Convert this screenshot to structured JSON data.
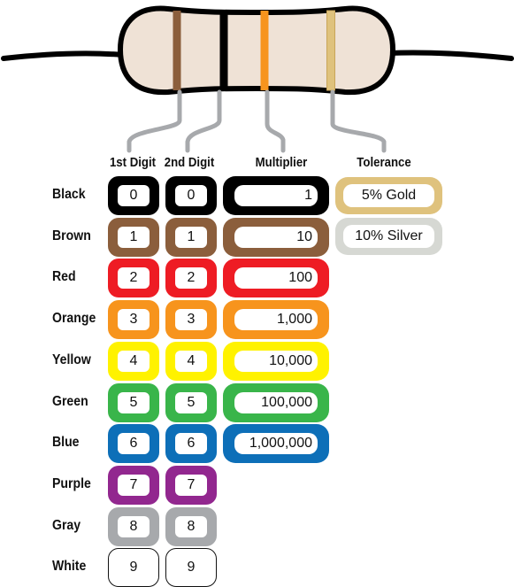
{
  "headers": {
    "first_digit": "1st Digit",
    "second_digit": "2nd Digit",
    "multiplier": "Multiplier",
    "tolerance": "Tolerance"
  },
  "colors": [
    {
      "name": "Black",
      "hex": "#000000",
      "digit": "0",
      "multiplier": "1"
    },
    {
      "name": "Brown",
      "hex": "#8b5e3c",
      "digit": "1",
      "multiplier": "10"
    },
    {
      "name": "Red",
      "hex": "#ee1c24",
      "digit": "2",
      "multiplier": "100"
    },
    {
      "name": "Orange",
      "hex": "#f7941d",
      "digit": "3",
      "multiplier": "1,000"
    },
    {
      "name": "Yellow",
      "hex": "#fff200",
      "digit": "4",
      "multiplier": "10,000"
    },
    {
      "name": "Green",
      "hex": "#39b54a",
      "digit": "5",
      "multiplier": "100,000"
    },
    {
      "name": "Blue",
      "hex": "#0d6fb8",
      "digit": "6",
      "multiplier": "1,000,000"
    },
    {
      "name": "Purple",
      "hex": "#92278f",
      "digit": "7"
    },
    {
      "name": "Gray",
      "hex": "#a7a9ac",
      "digit": "8"
    },
    {
      "name": "White",
      "hex": "#ffffff",
      "digit": "9"
    }
  ],
  "tolerances": [
    {
      "label": "5% Gold",
      "hex": "#dfc27d"
    },
    {
      "label": "10% Silver",
      "hex": "#d6d8d3"
    }
  ],
  "resistor": {
    "body_color": "#efe2d6",
    "wire_color": "#000000",
    "leader_color": "#a7a9ac",
    "band_colors": [
      "#8b5e3c",
      "#000000",
      "#f7941d",
      "#dfc27d"
    ]
  }
}
